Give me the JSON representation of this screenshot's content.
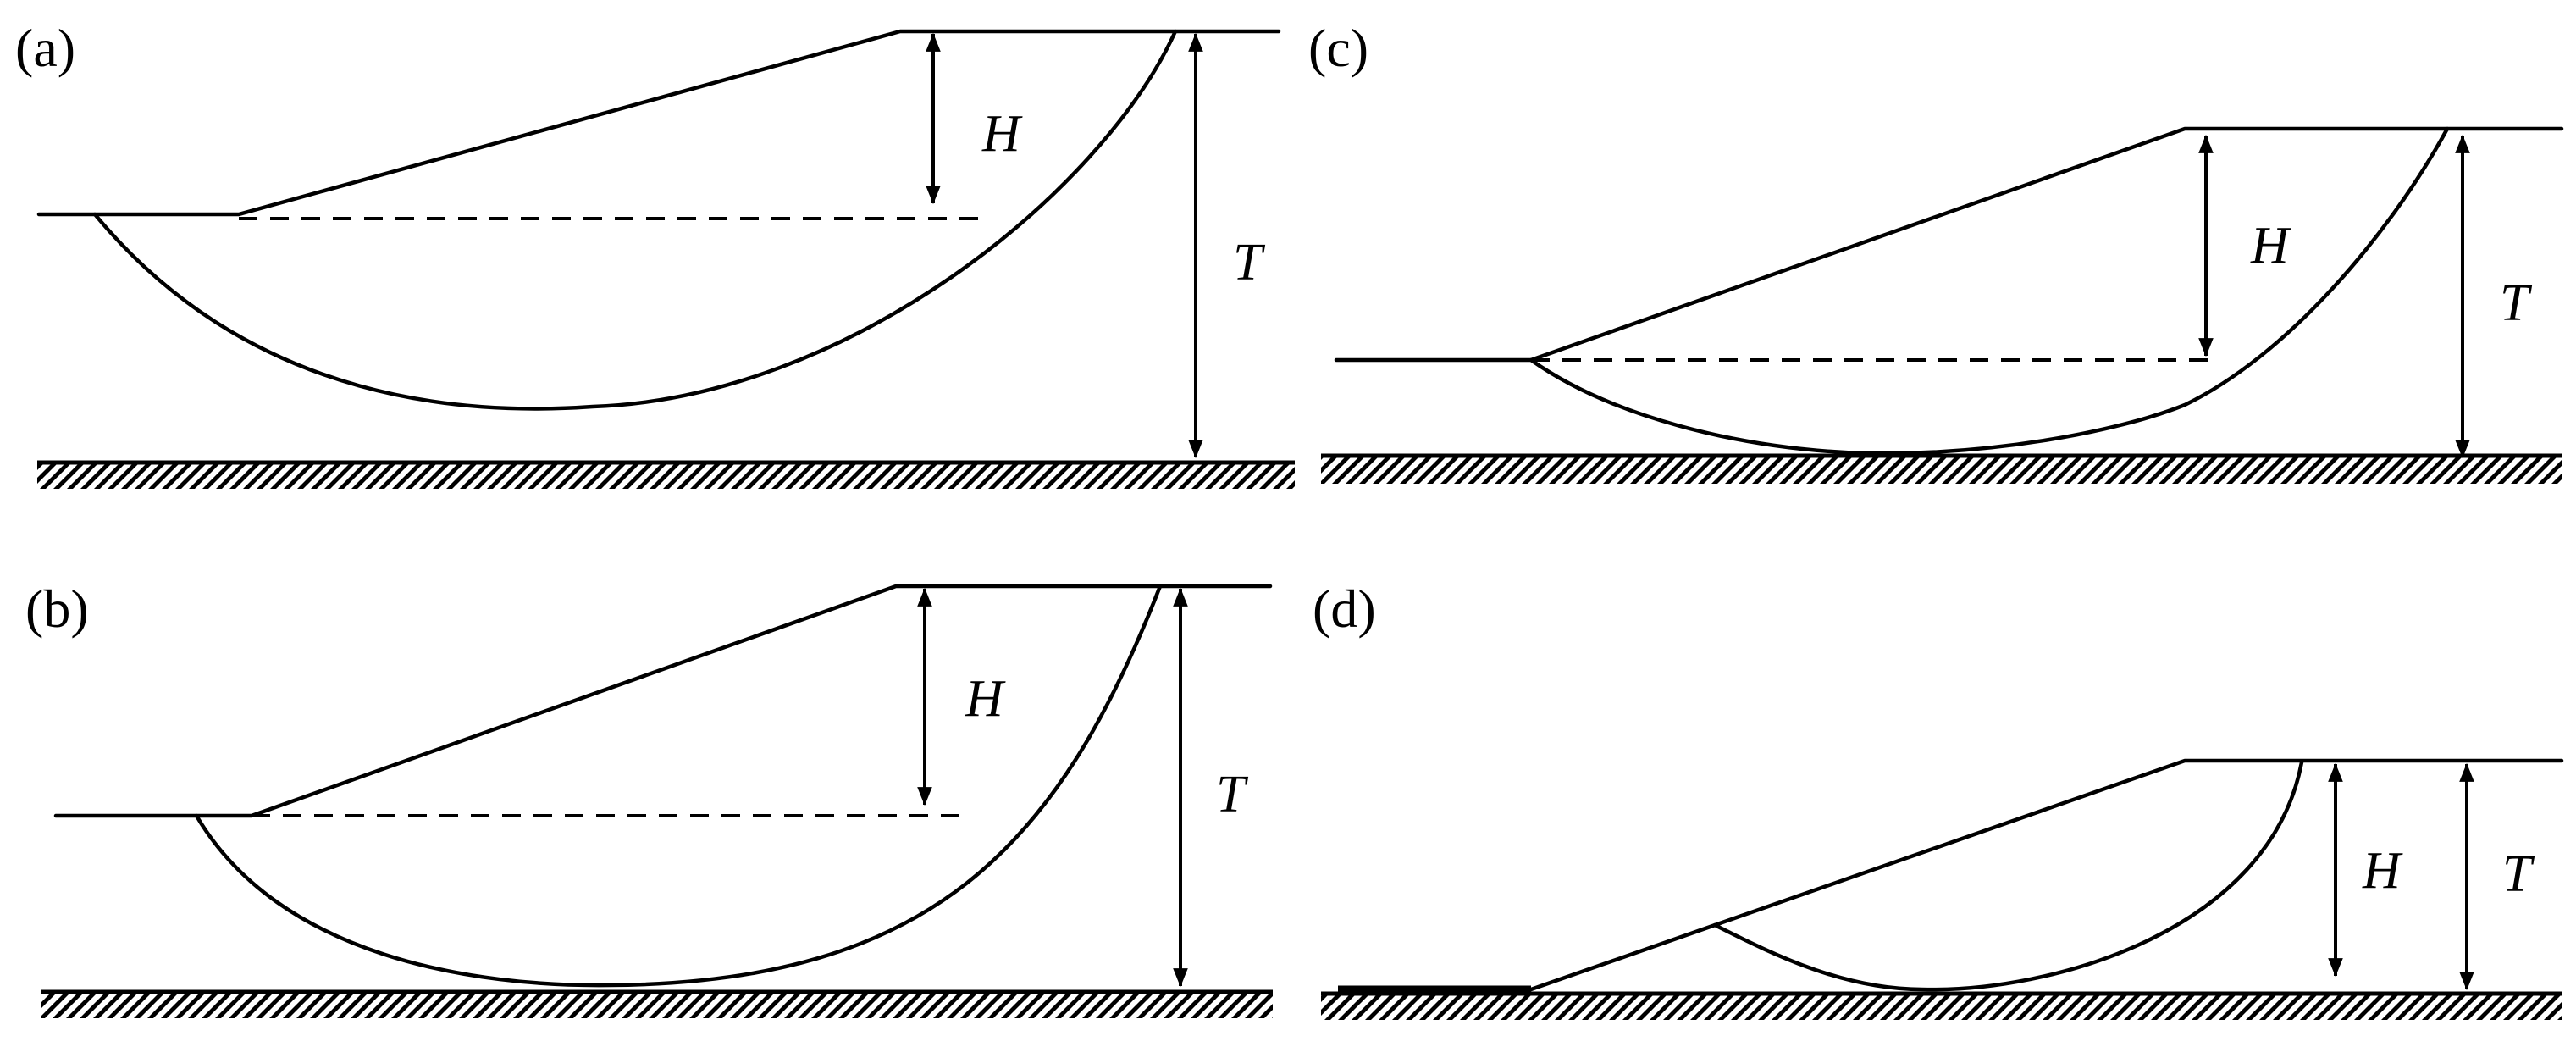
{
  "panels": [
    {
      "id": "a",
      "label": "(a)",
      "h_label": "H",
      "t_label": "T"
    },
    {
      "id": "b",
      "label": "(b)",
      "h_label": "H",
      "t_label": "T"
    },
    {
      "id": "c",
      "label": "(c)",
      "h_label": "H",
      "t_label": "T"
    },
    {
      "id": "d",
      "label": "(d)",
      "h_label": "H",
      "t_label": "T"
    }
  ]
}
